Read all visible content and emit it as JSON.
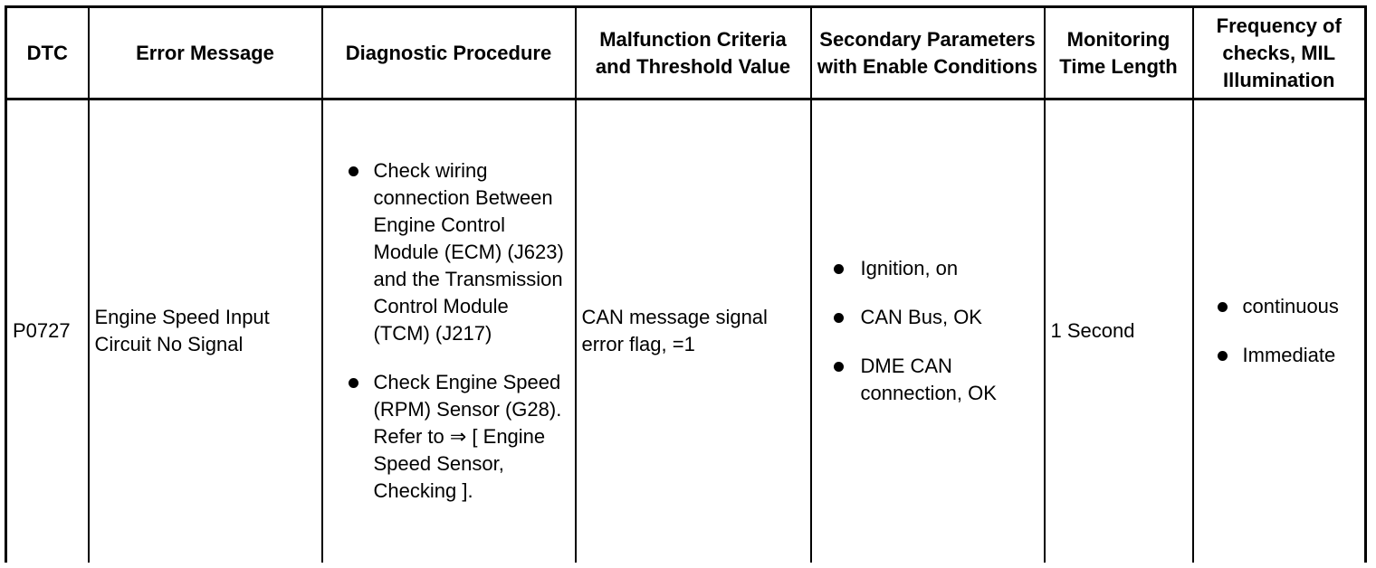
{
  "table": {
    "headers": [
      "DTC",
      "Error Message",
      "Diagnostic Procedure",
      "Malfunction Criteria and Threshold Value",
      "Secondary Parameters with Enable Conditions",
      "Monitoring Time Length",
      "Frequency of checks, MIL Illumination"
    ],
    "row": {
      "dtc": "P0727",
      "error_message": "Engine Speed Input Circuit No Signal",
      "diagnostic_procedure": [
        "Check wiring connection Between Engine Control Module (ECM) (J623) and the Transmission Control Module (TCM) (J217)",
        "Check Engine Speed (RPM) Sensor (G28). Refer to ⇒ [ Engine Speed Sensor, Checking ]."
      ],
      "malfunction_criteria": "CAN message signal error flag, =1",
      "secondary_parameters": [
        "Ignition, on",
        "CAN Bus, OK",
        "DME CAN connection, OK"
      ],
      "monitoring_time": "1 Second",
      "frequency": [
        "continuous",
        "Immediate"
      ]
    }
  }
}
